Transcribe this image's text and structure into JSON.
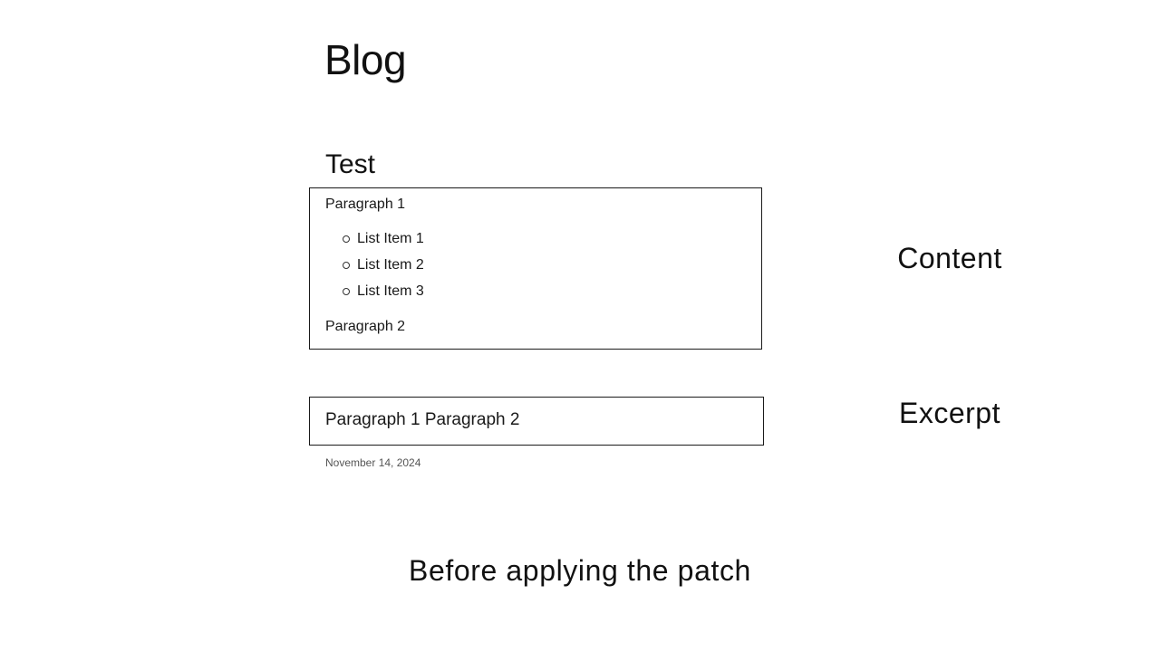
{
  "blog": {
    "title": "Blog"
  },
  "post": {
    "title": "Test",
    "content": {
      "paragraph_1": "Paragraph 1",
      "list_items": [
        "List Item 1",
        "List Item 2",
        "List Item 3"
      ],
      "paragraph_2": "Paragraph 2"
    },
    "excerpt": "Paragraph 1 Paragraph 2",
    "date": "November 14, 2024"
  },
  "annotations": {
    "content_label": "Content",
    "excerpt_label": "Excerpt",
    "caption": "Before applying the patch"
  }
}
